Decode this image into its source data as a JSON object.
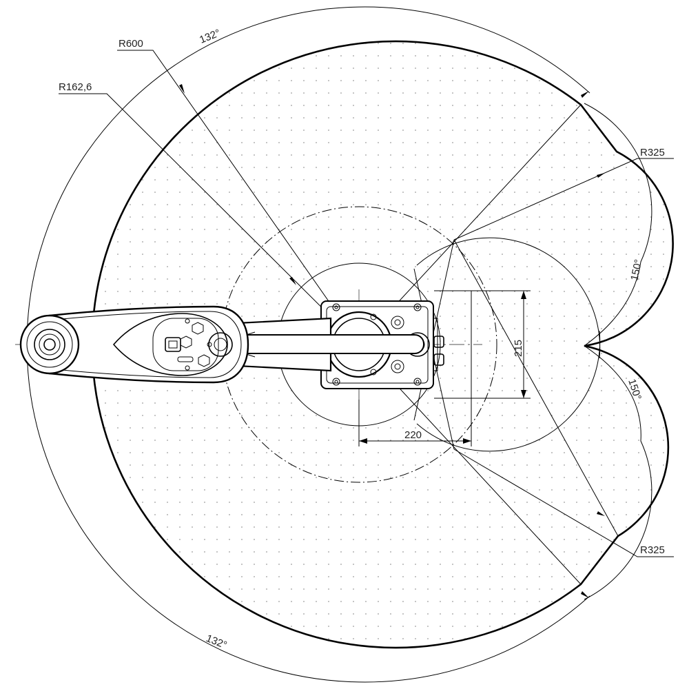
{
  "drawing": {
    "dimensions": {
      "r600": "R600",
      "r162": "R162,6",
      "r325_top": "R325",
      "r325_bottom": "R325",
      "angle_top": "132°",
      "angle_bottom": "132°",
      "angle_right_upper": "150°",
      "angle_right_lower": "150°",
      "width_215": "215",
      "width_220": "220"
    }
  }
}
